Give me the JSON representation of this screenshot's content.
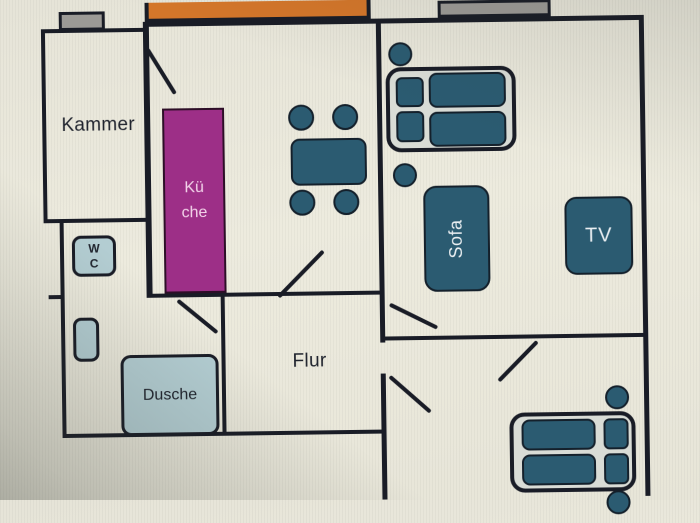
{
  "rooms": {
    "kammer": {
      "label": "Kammer"
    },
    "kueche": {
      "line1": "Kü",
      "line2": "che"
    },
    "flur": {
      "label": "Flur"
    },
    "wc": {
      "line1": "W",
      "line2": "C"
    },
    "dusche": {
      "label": "Dusche"
    }
  },
  "furniture": {
    "sofa": {
      "label": "Sofa"
    },
    "tv": {
      "label": "TV"
    }
  },
  "colors": {
    "paper": "#e9e7db",
    "wall": "#191c26",
    "orange": "#d4762a",
    "magenta": "#9d2f87",
    "teal": "#2b5b71",
    "blue": "#b3cdd2",
    "gray": "#9c9a96",
    "ink": "#20242e",
    "light": "#e9eef1",
    "bedbg": "#d9dcd6"
  }
}
